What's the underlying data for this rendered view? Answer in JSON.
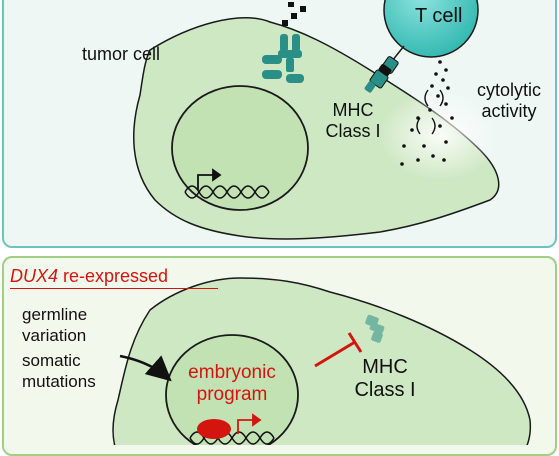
{
  "top_panel": {
    "tumor_cell_label": "tumor cell",
    "t_cell_label": "T cell",
    "mhc_label_line1": "MHC",
    "mhc_label_line2": "Class I",
    "cytolytic_line1": "cytolytic",
    "cytolytic_line2": "activity"
  },
  "bottom_panel": {
    "title_gene": "DUX4",
    "title_rest": " re-expressed",
    "germline_line1": "germline",
    "germline_line2": "variation",
    "somatic_line1": "somatic",
    "somatic_line2": "mutations",
    "embryonic_line1": "embryonic",
    "embryonic_line2": "program",
    "mhc_label_line1": "MHC",
    "mhc_label_line2": "Class I"
  },
  "colors": {
    "cell_fill": "#cfe8c4",
    "cell_stroke": "#1a1a1a",
    "mhc_teal": "#2a8f86",
    "tcell_fill": "#3ec6c0",
    "accent_red": "#d4150f",
    "top_border": "#6fc3bd",
    "bottom_border": "#9fcf86"
  }
}
